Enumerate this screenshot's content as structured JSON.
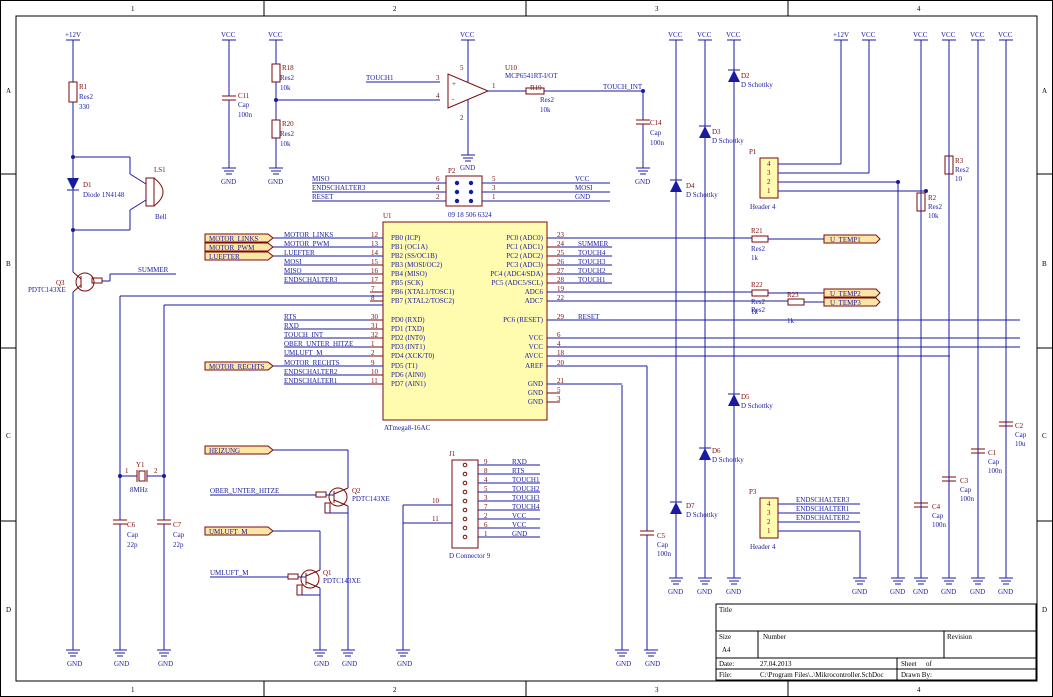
{
  "frame": {
    "columns": [
      "1",
      "2",
      "3",
      "4"
    ],
    "rows": [
      "A",
      "B",
      "C",
      "D"
    ]
  },
  "power": {
    "p12v": "+12V",
    "vcc": "VCC",
    "gnd": "GND"
  },
  "components": {
    "R1": {
      "ref": "R1",
      "type": "Res2",
      "value": "330"
    },
    "R18": {
      "ref": "R18",
      "type": "Res2",
      "value": "10k"
    },
    "R20": {
      "ref": "R20",
      "type": "Res2",
      "value": "10k"
    },
    "R19": {
      "ref": "R19",
      "type": "Res2",
      "value": "10k"
    },
    "R21": {
      "ref": "R21",
      "type": "Res2",
      "value": "1k"
    },
    "R22": {
      "ref": "R22",
      "type": "Res2",
      "value": "1k"
    },
    "R23": {
      "ref": "R23",
      "type": "Res2",
      "value": "1k"
    },
    "R2": {
      "ref": "R2",
      "type": "Res2",
      "value": "10k"
    },
    "R3": {
      "ref": "R3",
      "type": "Res2",
      "value": "10"
    },
    "C11": {
      "ref": "C11",
      "type": "Cap",
      "value": "100n"
    },
    "C14": {
      "ref": "C14",
      "type": "Cap",
      "value": "100n"
    },
    "C6": {
      "ref": "C6",
      "type": "Cap",
      "value": "22p"
    },
    "C7": {
      "ref": "C7",
      "type": "Cap",
      "value": "22p"
    },
    "C5": {
      "ref": "C5",
      "type": "Cap",
      "value": "100n"
    },
    "C4": {
      "ref": "C4",
      "type": "Cap",
      "value": "100n"
    },
    "C3": {
      "ref": "C3",
      "type": "Cap",
      "value": "100n"
    },
    "C1": {
      "ref": "C1",
      "type": "Cap",
      "value": "100n"
    },
    "C2": {
      "ref": "C2",
      "type": "Cap",
      "value": "10u"
    },
    "D1": {
      "ref": "D1",
      "type": "Diode 1N4148"
    },
    "D2": {
      "ref": "D2",
      "type": "D Schottky"
    },
    "D3": {
      "ref": "D3",
      "type": "D Schottky"
    },
    "D4": {
      "ref": "D4",
      "type": "D Schottky"
    },
    "D5": {
      "ref": "D5",
      "type": "D Schottky"
    },
    "D6": {
      "ref": "D6",
      "type": "D Schottky"
    },
    "D7": {
      "ref": "D7",
      "type": "D Schottky"
    },
    "LS1": {
      "ref": "LS1",
      "type": "Bell"
    },
    "Q1": {
      "ref": "Q1",
      "type": "PDTC143XE"
    },
    "Q2": {
      "ref": "Q2",
      "type": "PDTC143XE"
    },
    "Q3": {
      "ref": "Q3",
      "type": "PDTC143XE"
    },
    "Y1": {
      "ref": "Y1",
      "type": "8MHz"
    },
    "U10": {
      "ref": "U10",
      "type": "MCP6541RT-I/OT"
    },
    "U1": {
      "ref": "U1",
      "type": "ATmega8-16AC"
    },
    "P1": {
      "ref": "P1",
      "type": "Header 4"
    },
    "P2": {
      "ref": "P2",
      "type": "09 18 506 6324"
    },
    "P3": {
      "ref": "P3",
      "type": "Header 4"
    },
    "J1": {
      "ref": "J1",
      "type": "D Connector 9"
    }
  },
  "mcu": {
    "left_pins": [
      {
        "num": "12",
        "name": "PB0 (ICP)",
        "net": "MOTOR_LINKS"
      },
      {
        "num": "13",
        "name": "PB1 (OC1A)",
        "net": "MOTOR_PWM"
      },
      {
        "num": "14",
        "name": "PB2 (SS/OC1B)",
        "net": "LUEFTER"
      },
      {
        "num": "15",
        "name": "PB3 (MOSI/OC2)",
        "net": "MOSI"
      },
      {
        "num": "16",
        "name": "PB4 (MISO)",
        "net": "MISO"
      },
      {
        "num": "17",
        "name": "PB5 (SCK)",
        "net": "ENDSCHALTER3"
      },
      {
        "num": "7",
        "name": "PB6 (XTAL1/TOSC1)",
        "net": ""
      },
      {
        "num": "8",
        "name": "PB7 (XTAL2/TOSC2)",
        "net": ""
      },
      {
        "num": "30",
        "name": "PD0 (RXD)",
        "net": "RTS"
      },
      {
        "num": "31",
        "name": "PD1 (TXD)",
        "net": "RXD"
      },
      {
        "num": "32",
        "name": "PD2 (INT0)",
        "net": "TOUCH_INT"
      },
      {
        "num": "1",
        "name": "PD3 (INT1)",
        "net": "OBER_UNTER_HITZE"
      },
      {
        "num": "2",
        "name": "PD4 (XCK/T0)",
        "net": "UMLUFT_M"
      },
      {
        "num": "9",
        "name": "PD5 (T1)",
        "net": "MOTOR_RECHTS"
      },
      {
        "num": "10",
        "name": "PD6 (AIN0)",
        "net": "ENDSCHALTER2"
      },
      {
        "num": "11",
        "name": "PD7 (AIN1)",
        "net": "ENDSCHALTER1"
      }
    ],
    "right_pins": [
      {
        "num": "23",
        "name": "PC0 (ADC0)",
        "net": ""
      },
      {
        "num": "24",
        "name": "PC1 (ADC1)",
        "net": "SUMMER"
      },
      {
        "num": "25",
        "name": "PC2 (ADC2)",
        "net": "TOUCH4"
      },
      {
        "num": "26",
        "name": "PC3 (ADC3)",
        "net": "TOUCH3"
      },
      {
        "num": "27",
        "name": "PC4 (ADC4/SDA)",
        "net": "TOUCH2"
      },
      {
        "num": "28",
        "name": "PC5 (ADC5/SCL)",
        "net": "TOUCH1"
      },
      {
        "num": "19",
        "name": "ADC6",
        "net": ""
      },
      {
        "num": "22",
        "name": "ADC7",
        "net": ""
      },
      {
        "num": "29",
        "name": "PC6 (RESET)",
        "net": "RESET"
      },
      {
        "num": "6",
        "name": "VCC",
        "net": ""
      },
      {
        "num": "4",
        "name": "VCC",
        "net": ""
      },
      {
        "num": "18",
        "name": "AVCC",
        "net": ""
      },
      {
        "num": "20",
        "name": "AREF",
        "net": ""
      },
      {
        "num": "21",
        "name": "GND",
        "net": ""
      },
      {
        "num": "5",
        "name": "GND",
        "net": ""
      },
      {
        "num": "3",
        "name": "GND",
        "net": ""
      }
    ]
  },
  "ports": {
    "motor_links": "MOTOR_LINKS",
    "motor_pwm": "MOTOR_PWM",
    "luefter": "LUEFTER",
    "motor_rechts": "MOTOR_RECHTS",
    "heizung": "HEIZUNG",
    "umluft_m": "UMLUFT_M",
    "u_temp1": "U_TEMP1",
    "u_temp2": "U_TEMP2",
    "u_temp3": "U_TEMP3"
  },
  "nets": {
    "touch1": "TOUCH1",
    "touch_int": "TOUCH_INT",
    "summer": "SUMMER",
    "miso": "MISO",
    "mosi": "MOSI",
    "endschalter3": "ENDSCHALTER3",
    "endschalter2": "ENDSCHALTER2",
    "endschalter1": "ENDSCHALTER1",
    "reset": "RESET",
    "vcc": "VCC",
    "gnd": "GND",
    "ober_unter_hitze": "OBER_UNTER_HITZE",
    "umluft_m": "UMLUFT_M"
  },
  "p2_pins": {
    "left": [
      "6",
      "4",
      "2"
    ],
    "right": [
      "5",
      "3",
      "1"
    ]
  },
  "j1_pins": {
    "left": [
      "10",
      "11"
    ],
    "right": [
      {
        "num": "9",
        "net": "RXD"
      },
      {
        "num": "8",
        "net": "RTS"
      },
      {
        "num": "4",
        "net": "TOUCH1"
      },
      {
        "num": "5",
        "net": "TOUCH2"
      },
      {
        "num": "3",
        "net": "TOUCH3"
      },
      {
        "num": "7",
        "net": "TOUCH4"
      },
      {
        "num": "2",
        "net": "VCC"
      },
      {
        "num": "6",
        "net": "VCC"
      },
      {
        "num": "1",
        "net": "GND"
      }
    ]
  },
  "header_pins": [
    "4",
    "3",
    "2",
    "1"
  ],
  "p3_nets": [
    "ENDSCHALTER3",
    "ENDSCHALTER1",
    "ENDSCHALTER2"
  ],
  "title_block": {
    "title_label": "Title",
    "size_label": "Size",
    "size_value": "A4",
    "number_label": "Number",
    "revision_label": "Revision",
    "date_label": "Date:",
    "date_value": "27.04.2013",
    "sheet_label": "Sheet",
    "of_label": "of",
    "file_label": "File:",
    "file_value": "C:\\Program Files\\..\\Mikrocontroller.SchDoc",
    "drawn_label": "Drawn By:"
  }
}
